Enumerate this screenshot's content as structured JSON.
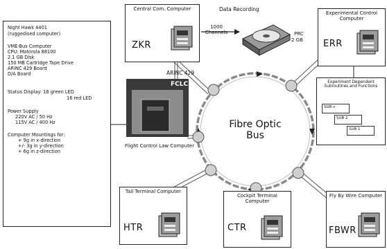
{
  "spec_panel": {
    "title": "Night Hawk 4401",
    "subtitle": "(ruggedised computer)",
    "lines1": [
      "VME-Bus Computer",
      "CPU: Motorola 88100",
      "2.1 GB Disk",
      "150 MB Cartridge Tape Drive",
      "ARINC 429 Board",
      "D/A Board"
    ],
    "status_line1": "Status Display: 16 green LED",
    "status_line2": "16 red LED",
    "power_title": "Power Supply",
    "power_lines": [
      "220V AC / 50 Hz",
      "115V AC / 400 Hz"
    ],
    "mount_title": "Computer Mountings for:",
    "mount_lines": [
      "+ 9g in x-direction",
      "+/- 3g in y-direction",
      "+ 6g in z-direction"
    ]
  },
  "zkr": {
    "name": "Central Com. Computer",
    "code": "ZKR"
  },
  "err": {
    "name": "Experimental Control Computer",
    "code": "ERR"
  },
  "htr": {
    "name": "Tail Terminal Computer",
    "code": "HTR"
  },
  "ctr": {
    "name": "Cockpit Terminal Computer",
    "code": "CTR"
  },
  "fbwr": {
    "name": "Fly By Wire Computer",
    "code": "FBWR"
  },
  "recording": {
    "title": "Data Recording",
    "channels": "1000 Channels",
    "prc": "PRC",
    "size": "2 GB"
  },
  "flcc": {
    "code": "FCLC",
    "name": "Flight Control Law Computer"
  },
  "arinc_label": "ARINC 429",
  "bus_label_1": "Fibre Optic",
  "bus_label_2": "Bus",
  "experiment": {
    "title": "Experiment Dependent Subroutines and Functions",
    "subs": [
      "SUB n",
      "SUB 2",
      "SUB 1"
    ]
  },
  "colors": {
    "ring": "#8a8a8a",
    "line": "#222222",
    "node": "#cfcfcf"
  }
}
